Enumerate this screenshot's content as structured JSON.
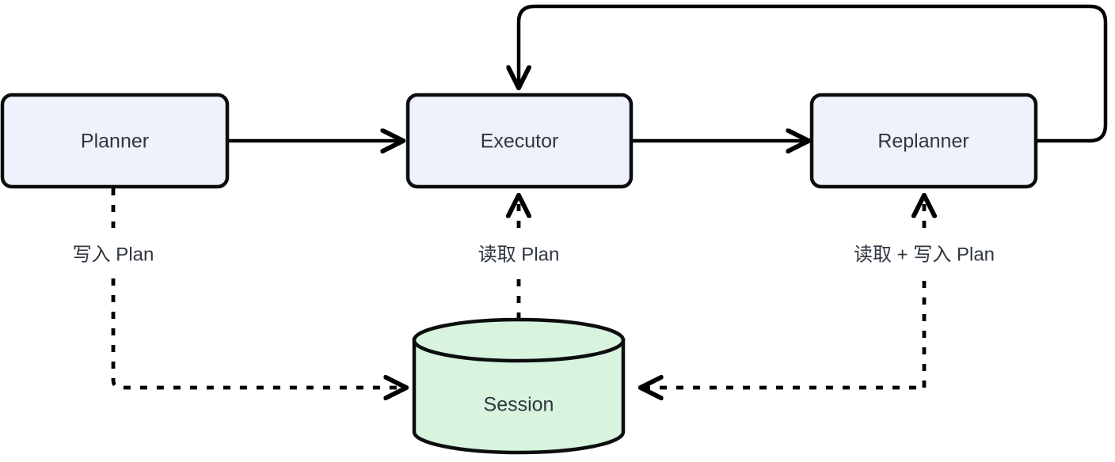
{
  "diagram": {
    "title": "Planner-Executor-Replanner with Session store",
    "background_color": "#ffffff",
    "nodes": [
      {
        "id": "planner",
        "label": "Planner",
        "shape": "rounded-rect",
        "fill": "#eef2fb",
        "stroke": "#0b0d0f"
      },
      {
        "id": "executor",
        "label": "Executor",
        "shape": "rounded-rect",
        "fill": "#eef2fb",
        "stroke": "#0b0d0f"
      },
      {
        "id": "replanner",
        "label": "Replanner",
        "shape": "rounded-rect",
        "fill": "#eef2fb",
        "stroke": "#0b0d0f"
      },
      {
        "id": "session",
        "label": "Session",
        "shape": "cylinder",
        "fill": "#d8f3de",
        "stroke": "#0b0d0f"
      }
    ],
    "edges": [
      {
        "id": "planner-to-executor",
        "from": "planner",
        "to": "executor",
        "style": "solid",
        "arrow": "end",
        "label": ""
      },
      {
        "id": "executor-to-replanner",
        "from": "executor",
        "to": "replanner",
        "style": "solid",
        "arrow": "end",
        "label": ""
      },
      {
        "id": "replanner-to-executor-loop",
        "from": "replanner",
        "to": "executor",
        "style": "solid",
        "arrow": "end",
        "label": ""
      },
      {
        "id": "planner-to-session",
        "from": "planner",
        "to": "session",
        "style": "dashed",
        "arrow": "end",
        "label": "写入 Plan"
      },
      {
        "id": "session-to-executor",
        "from": "session",
        "to": "executor",
        "style": "dashed",
        "arrow": "end",
        "label": "读取 Plan"
      },
      {
        "id": "session-replanner",
        "from": "session",
        "to": "replanner",
        "style": "dashed",
        "arrow": "both",
        "label": "读取 + 写入 Plan"
      }
    ],
    "labels": {
      "planner": "Planner",
      "executor": "Executor",
      "replanner": "Replanner",
      "session": "Session",
      "write_plan": "写入 Plan",
      "read_plan": "读取 Plan",
      "read_write_plan": "读取 + 写入 Plan"
    }
  }
}
